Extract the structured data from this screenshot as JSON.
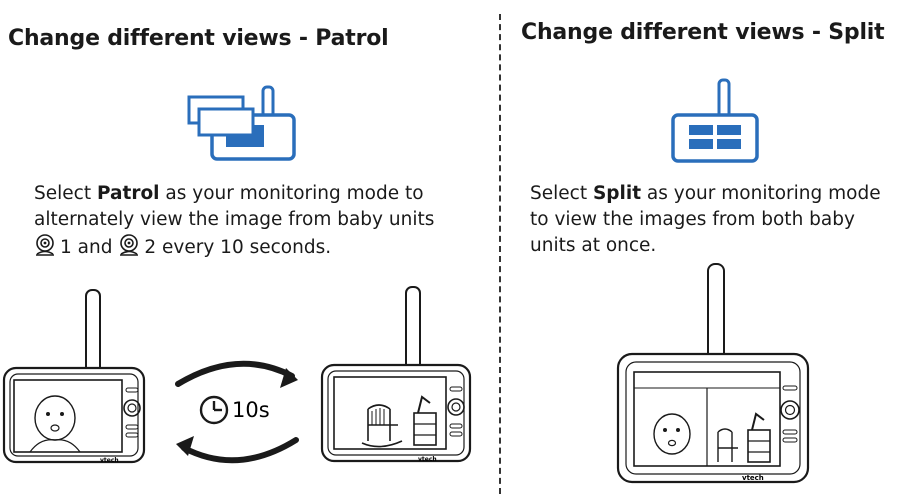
{
  "left": {
    "title": "Change different views - Patrol",
    "line1_pre": "Select ",
    "line1_bold": "Patrol",
    "line1_post": " as your monitoring mode to",
    "line2": "alternately view the image from baby units",
    "unit1": "1",
    "and": " and ",
    "unit2": "2",
    "line3_post": " every 10 seconds.",
    "timer_label": "10s",
    "mode_icon": "patrol-mode-icon"
  },
  "right": {
    "title": "Change different views - Split",
    "line1_pre": "Select ",
    "line1_bold": "Split",
    "line1_post": " as your monitoring mode",
    "line2": "to view the images from both baby",
    "line3": "units at once.",
    "mode_icon": "split-mode-icon"
  },
  "device": {
    "brand": "vtech"
  },
  "colors": {
    "accent_blue": "#2a6ebb",
    "line": "#1a1a1a"
  }
}
